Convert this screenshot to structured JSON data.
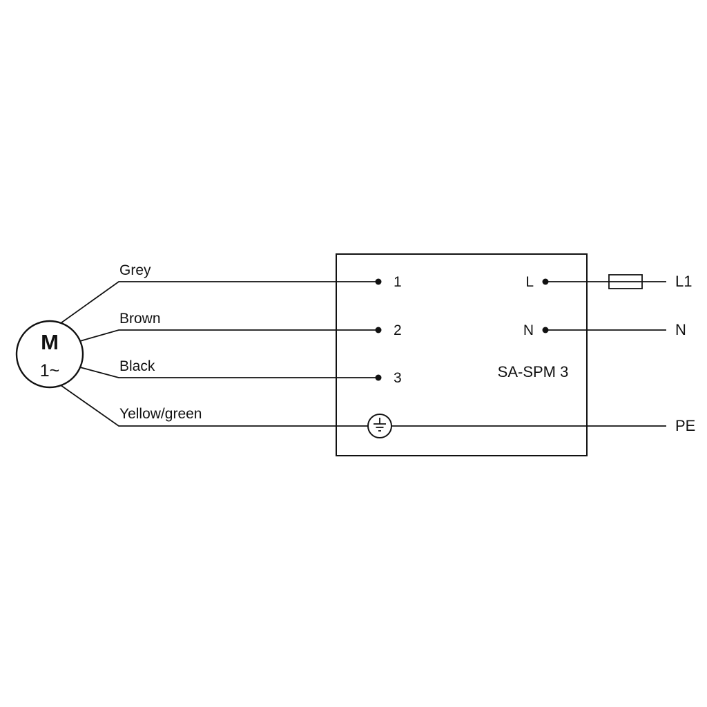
{
  "diagram": {
    "motor": {
      "symbol": "M",
      "phase": "1~"
    },
    "wires": [
      {
        "label": "Grey"
      },
      {
        "label": "Brown"
      },
      {
        "label": "Black"
      },
      {
        "label": "Yellow/green"
      }
    ],
    "controller": {
      "label": "SA-SPM 3",
      "input_terminals": [
        "1",
        "2",
        "3"
      ],
      "output_terminals": [
        "L",
        "N"
      ]
    },
    "supply": {
      "line": "L1",
      "neutral": "N",
      "earth": "PE"
    },
    "colors": {
      "line": "#111111",
      "background": "#ffffff"
    }
  }
}
